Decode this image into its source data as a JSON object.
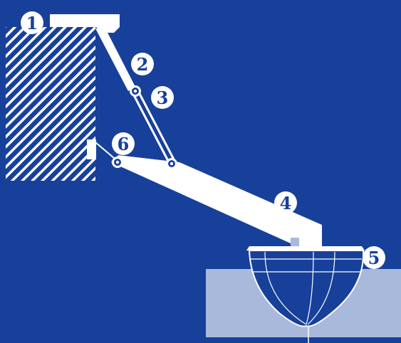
{
  "colors": {
    "background": "#17409a",
    "structure": "#ffffff",
    "ground": "#a9b9db",
    "ink": "#17409a"
  },
  "callouts": [
    "1",
    "2",
    "3",
    "4",
    "5",
    "6"
  ]
}
